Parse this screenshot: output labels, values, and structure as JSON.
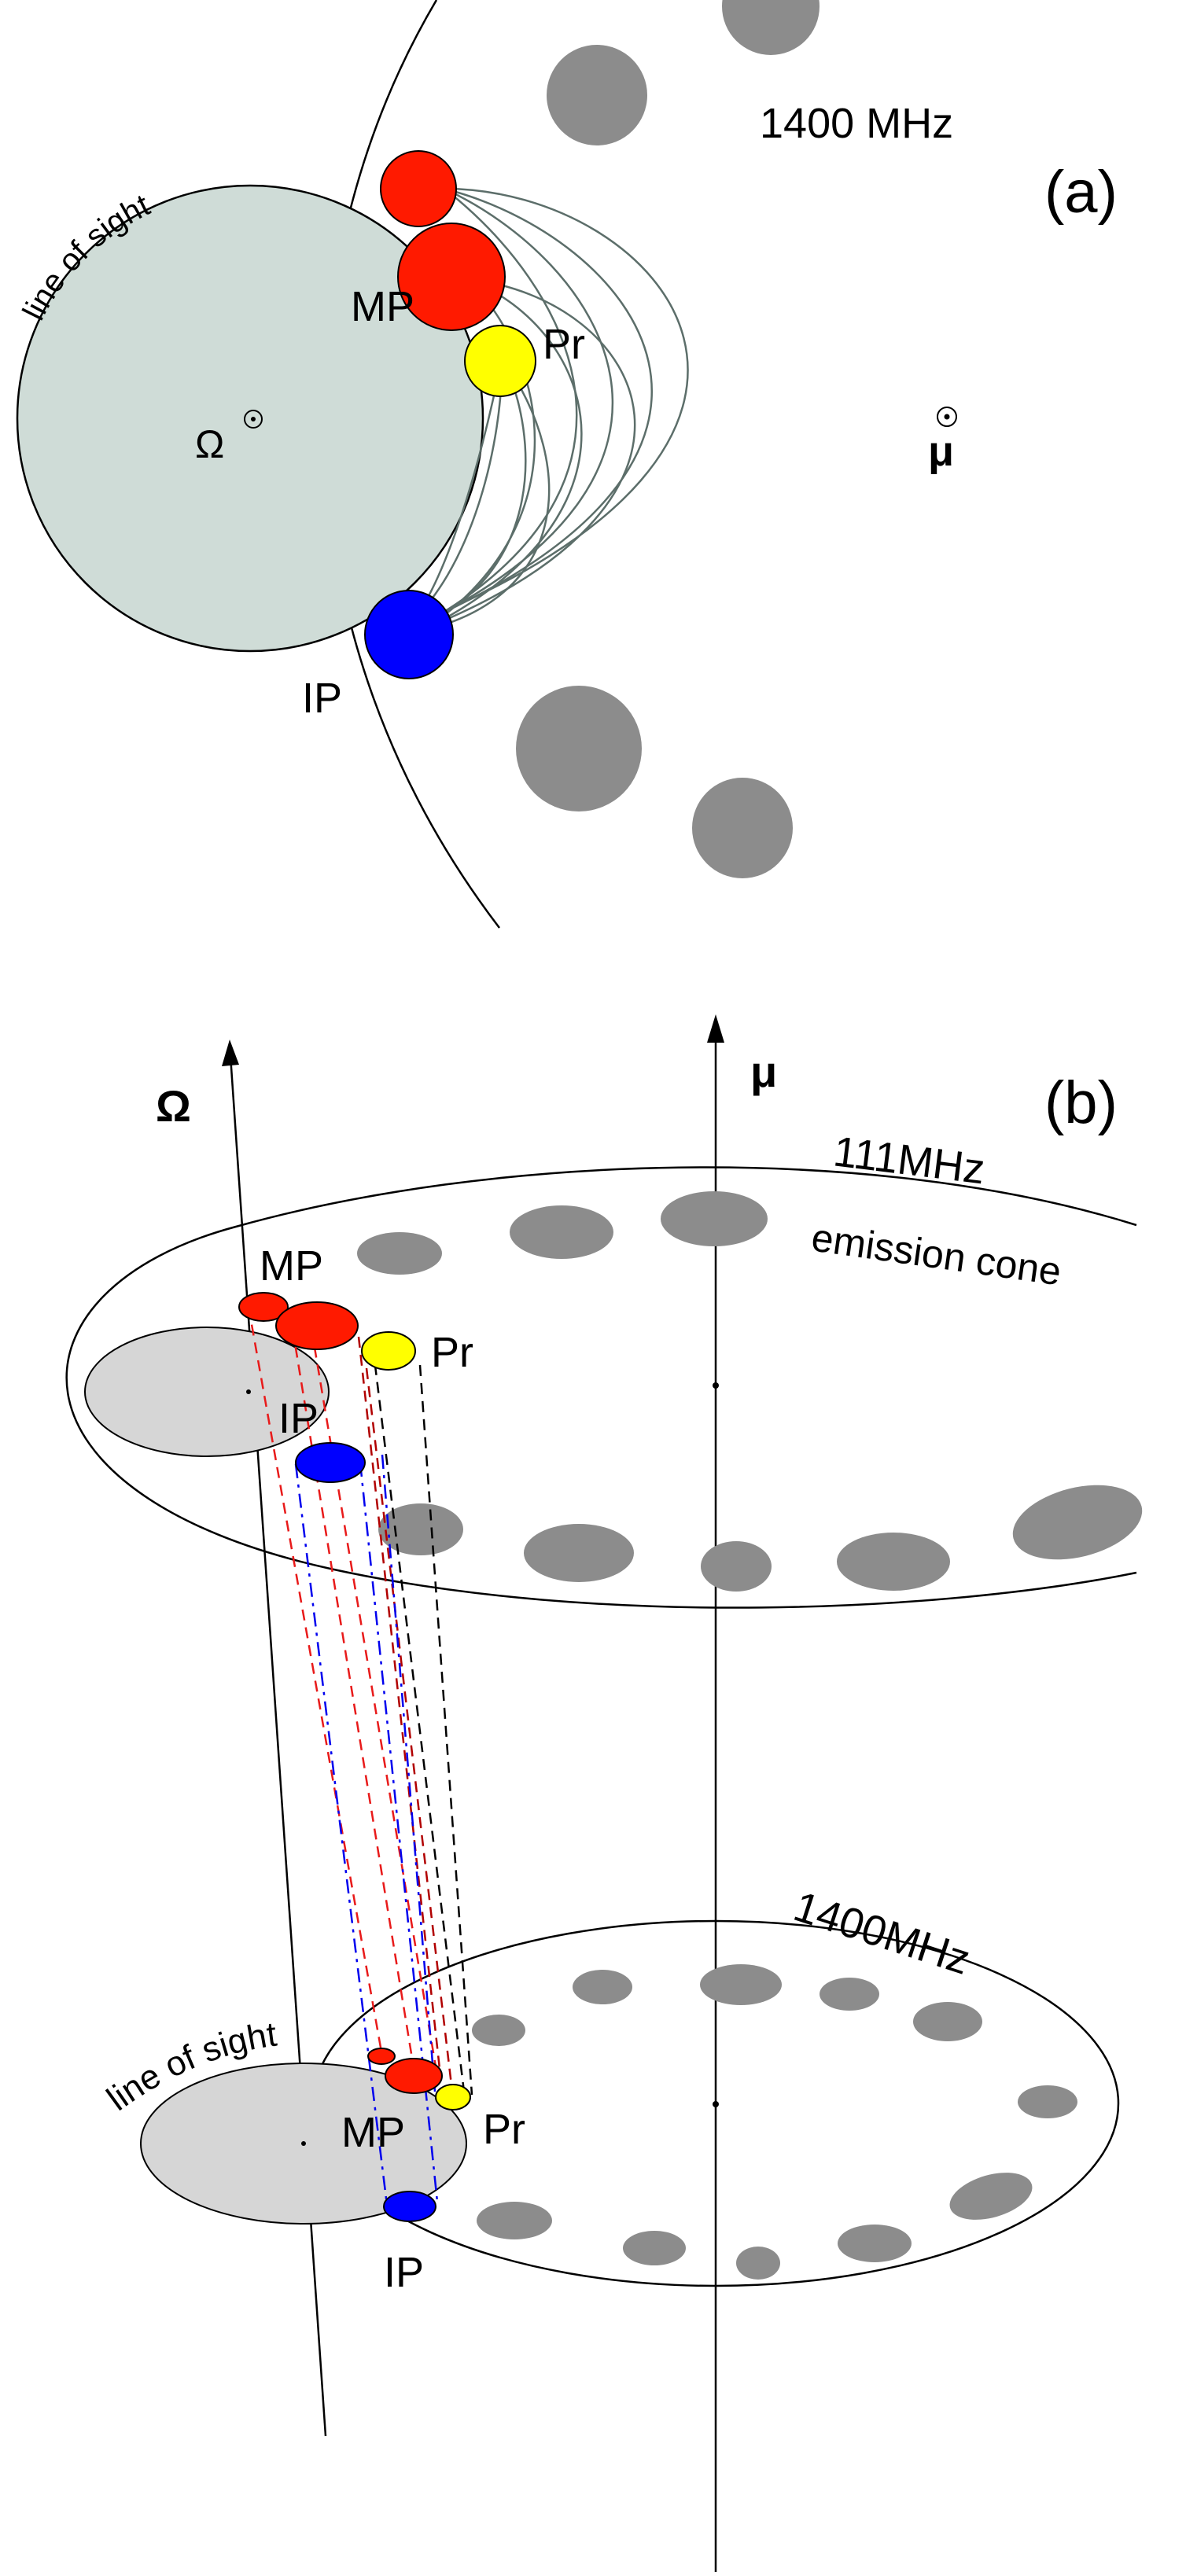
{
  "panel_a": {
    "panel_label": "(a)",
    "frequency": "1400 MHz",
    "line_of_sight": "line of sight",
    "omega_symbol": "Ω",
    "mu_symbol": "μ",
    "mp": "MP",
    "pr": "Pr",
    "ip": "IP"
  },
  "panel_b": {
    "panel_label": "(b)",
    "omega_axis": "Ω",
    "mu_axis": "μ",
    "upper_frequency": "111MHz",
    "emission_cone": "emission cone",
    "lower_frequency": "1400MHz",
    "line_of_sight": "line of sight",
    "mp_upper": "MP",
    "pr_upper": "Pr",
    "ip_upper": "IP",
    "mp_lower": "MP",
    "pr_lower": "Pr",
    "ip_lower": "IP"
  },
  "colors": {
    "mp": "#ff1a00",
    "pr": "#ffff00",
    "ip": "#0000ff",
    "spot": "#8c8c8c",
    "beam_a": "#cfdcd7",
    "beam_b": "#d6d6d6",
    "arc": "#5c6e6a"
  }
}
